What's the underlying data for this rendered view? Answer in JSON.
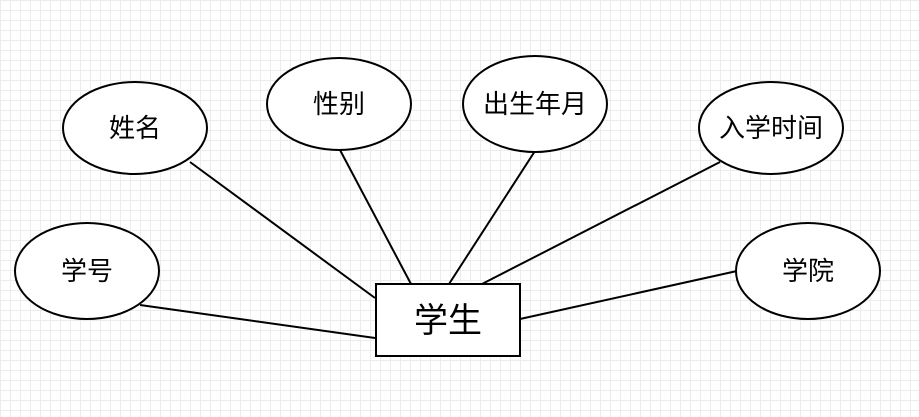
{
  "diagram": {
    "type": "er-diagram",
    "entity": {
      "id": "student",
      "label": "学生"
    },
    "attributes": [
      {
        "id": "name",
        "label": "姓名"
      },
      {
        "id": "gender",
        "label": "性别"
      },
      {
        "id": "birth",
        "label": "出生年月"
      },
      {
        "id": "enroll-time",
        "label": "入学时间"
      },
      {
        "id": "student-id",
        "label": "学号"
      },
      {
        "id": "college",
        "label": "学院"
      }
    ],
    "colors": {
      "stroke": "#000000",
      "fill": "#ffffff",
      "grid": "#ececec"
    }
  }
}
